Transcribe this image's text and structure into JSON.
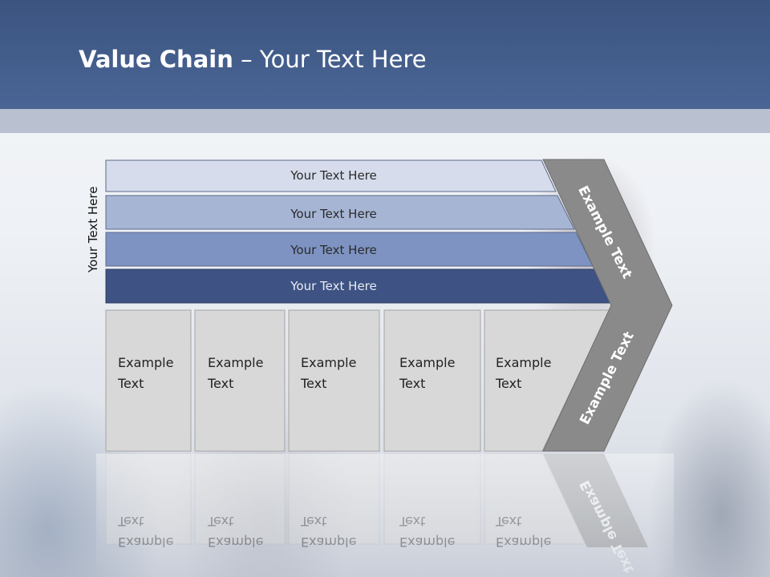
{
  "title": {
    "bold": "Value Chain",
    "rest": " – Your Text Here"
  },
  "side_label": "Your Text Here",
  "bars": [
    {
      "label": "Your Text Here"
    },
    {
      "label": "Your Text Here"
    },
    {
      "label": "Your Text Here"
    },
    {
      "label": "Your Text Here"
    }
  ],
  "columns": [
    {
      "line1": "Example",
      "line2": "Text"
    },
    {
      "line1": "Example",
      "line2": "Text"
    },
    {
      "line1": "Example",
      "line2": "Text"
    },
    {
      "line1": "Example",
      "line2": "Text"
    },
    {
      "line1": "Example",
      "line2": "Text"
    }
  ],
  "chevron": {
    "upper": "Example Text",
    "lower": "Example Text"
  },
  "colors": {
    "title_band": "#3b5480",
    "bar1": "#d6dceb",
    "bar2": "#a7b5d5",
    "bar3": "#7e93c2",
    "bar4": "#3e5383",
    "column_fill": "#d8d8d8",
    "chevron": "#8a8a8a"
  }
}
